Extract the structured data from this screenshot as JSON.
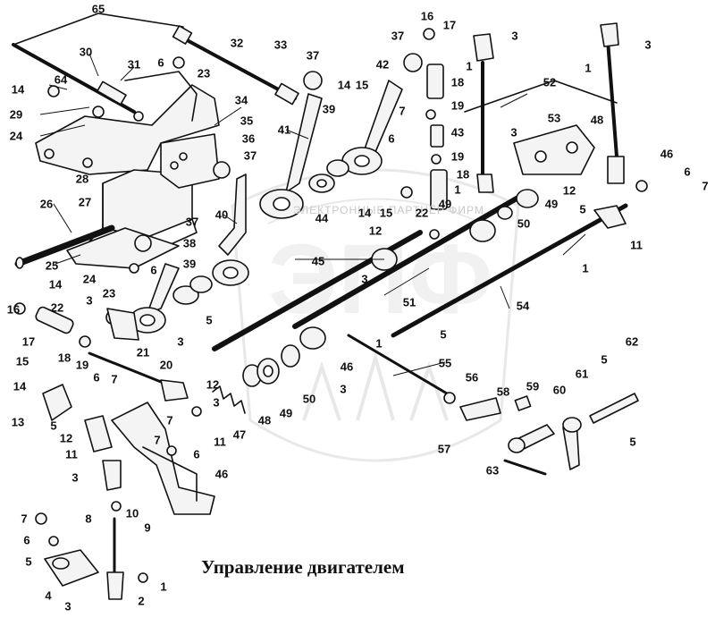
{
  "caption": "Управление двигателем",
  "watermark": {
    "letters": "ЭПФ",
    "text": "ЭЛЕКТРОННЫЕ ПАРТНЁР ФИРМ"
  },
  "callouts": [
    "1",
    "2",
    "3",
    "4",
    "5",
    "6",
    "7",
    "8",
    "9",
    "10",
    "11",
    "12",
    "13",
    "14",
    "15",
    "16",
    "17",
    "18",
    "19",
    "20",
    "21",
    "22",
    "23",
    "24",
    "25",
    "26",
    "27",
    "28",
    "29",
    "30",
    "31",
    "32",
    "33",
    "34",
    "35",
    "36",
    "37",
    "38",
    "39",
    "40",
    "41",
    "42",
    "43",
    "44",
    "45",
    "46",
    "47",
    "48",
    "49",
    "50",
    "51",
    "52",
    "53",
    "54",
    "55",
    "56",
    "57",
    "58",
    "59",
    "60",
    "61",
    "62",
    "63",
    "64",
    "65"
  ],
  "colors": {
    "ink": "#111111",
    "fill": "#f4f4f4",
    "watermark": "#d6d6d6"
  }
}
